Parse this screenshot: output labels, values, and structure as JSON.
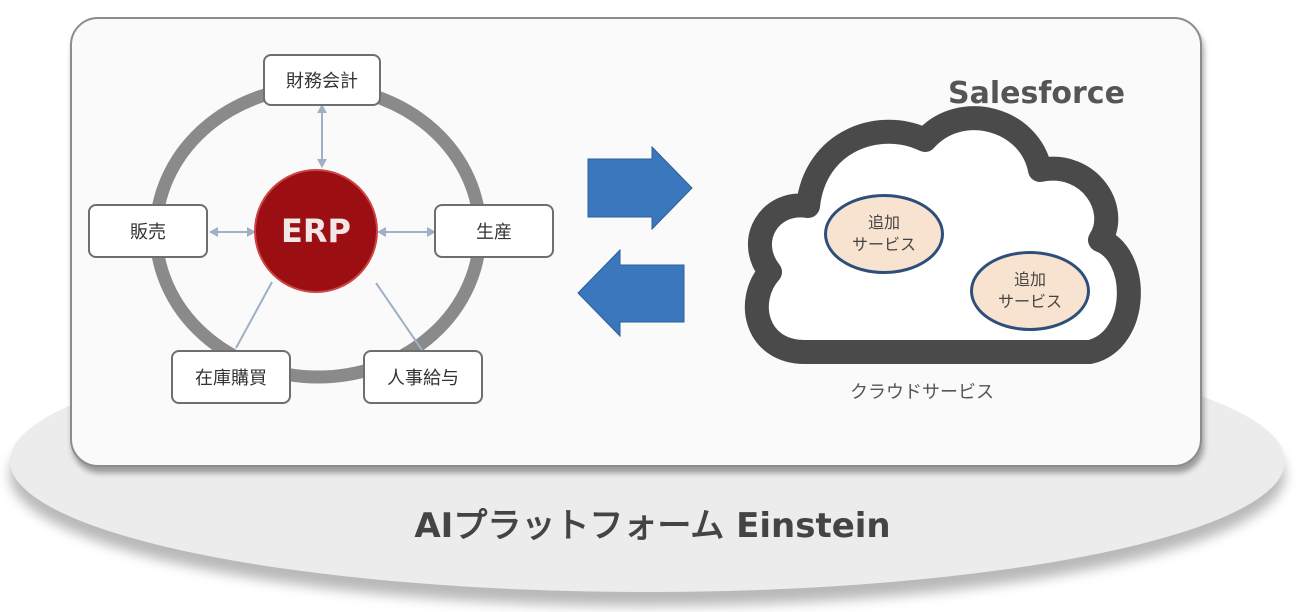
{
  "platform": {
    "label": "AIプラットフォーム  Einstein"
  },
  "erp_system": {
    "center": "ERP",
    "modules": [
      "財務会計",
      "生産",
      "人事給与",
      "在庫購買",
      "販売"
    ]
  },
  "cloud": {
    "brand": "Salesforce",
    "caption": "クラウドサービス",
    "services": [
      {
        "line1": "追加",
        "line2": "サービス"
      },
      {
        "line1": "追加",
        "line2": "サービス"
      }
    ]
  },
  "colors": {
    "erp_red": "#9b0e12",
    "arrow_blue": "#3a77bd",
    "ring_gray": "#8a8a8a",
    "cloud_outline": "#4a4a4a",
    "service_fill": "#f8e3d0",
    "service_border": "#2d4f7a"
  }
}
